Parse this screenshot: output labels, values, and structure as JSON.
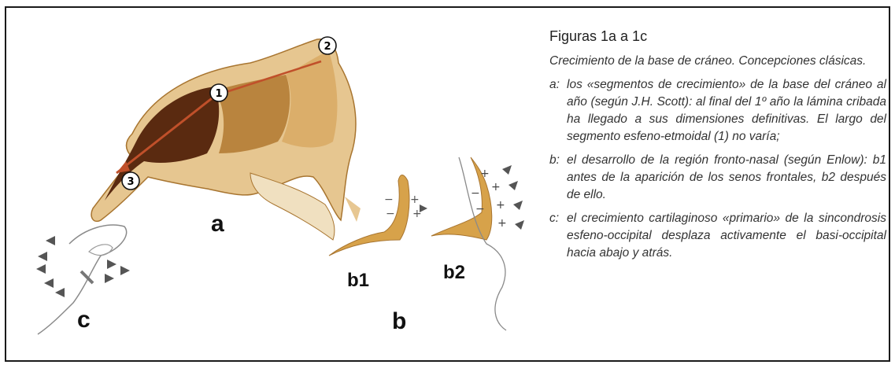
{
  "figure": {
    "labels": {
      "a": "a",
      "b": "b",
      "b1": "b1",
      "b2": "b2",
      "c": "c",
      "n1": "1",
      "n2": "2",
      "n3": "3"
    },
    "colors": {
      "bone_dark": "#5a2a10",
      "bone_mid": "#b07830",
      "bone_light": "#e8c990",
      "arrow": "#c0502a"
    }
  },
  "caption": {
    "title": "Figuras 1a a 1c",
    "subtitle": "Crecimiento de la base de cráneo. Concepciones clásicas.",
    "items": [
      {
        "key": "a:",
        "text": "los «segmentos de crecimiento» de la base del cráneo al año (según J.H. Scott): al final del 1º año la lámina cribada ha llegado a sus dimensiones definitivas. El largo del segmento esfeno-etmoidal (1) no varía;"
      },
      {
        "key": "b:",
        "text": "el desarrollo de la región fronto-nasal (según Enlow): b1 antes de la aparición de los senos frontales, b2 después de ello."
      },
      {
        "key": "c:",
        "text": "el crecimiento cartilaginoso «primario» de la sincondrosis esfeno-occipital desplaza activamente el basi-occipital hacia abajo y atrás."
      }
    ]
  }
}
